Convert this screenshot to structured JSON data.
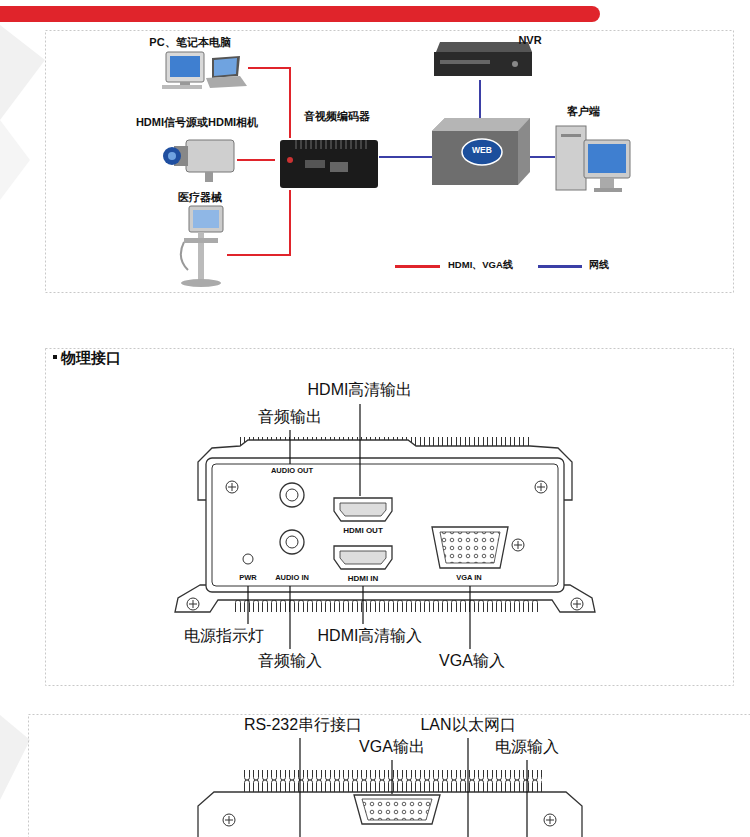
{
  "diagram": {
    "title": "物理接口",
    "nodes": [
      {
        "text": [
          "PC、笔记本电脑"
        ]
      },
      {
        "text": [
          "HDMI信号源或HDMI相机"
        ]
      },
      {
        "text": [
          "医疗器械"
        ]
      },
      {
        "text": [
          "音视频编码器"
        ]
      },
      {
        "text": [
          "NVR"
        ]
      },
      {
        "text": [
          "WEB"
        ]
      },
      {
        "text": [
          "客户端"
        ]
      }
    ],
    "edges": [
      {
        "from": 0,
        "to": 3,
        "arrow": "none"
      },
      {
        "from": 1,
        "to": 3,
        "arrow": "none"
      },
      {
        "from": 2,
        "to": 3,
        "arrow": "none"
      },
      {
        "from": 3,
        "to": 5,
        "arrow": "none"
      },
      {
        "from": 5,
        "to": 4,
        "arrow": "none"
      },
      {
        "from": 5,
        "to": 6,
        "arrow": "none"
      }
    ],
    "labels": [
      "HDMI高清输出",
      "音频输出",
      "AUDIO OUT",
      "HDMI OUT",
      "PWR",
      "AUDIO IN",
      "HDMI IN",
      "VGA IN",
      "电源指示灯",
      "HDMI高清输入",
      "音频输入",
      "VGA输入",
      "RS-232串行接口",
      "VGA输出",
      "LAN以太网口",
      "电源输入"
    ],
    "legend": [
      {
        "text": "HDMI、VGA线",
        "color": "#e0242b"
      },
      {
        "text": "网线",
        "color": "#3b3fa6"
      }
    ]
  }
}
